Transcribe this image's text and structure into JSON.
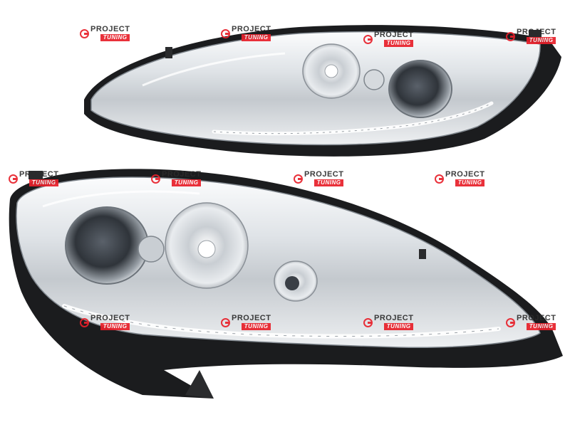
{
  "image": {
    "subject": "pair of chrome projector headlights",
    "background_color": "#ffffff"
  },
  "watermark": {
    "line1": "PROJECT",
    "line2": "TUNING",
    "brand_color": "#e8202a",
    "text_color": "#2b2b2b",
    "icon": "project-logo-icon"
  },
  "palette": {
    "chrome_light": "#f2f4f6",
    "chrome_mid": "#c9ced3",
    "chrome_dark": "#8a9097",
    "housing_black": "#1b1c1e",
    "lens_dark": "#3a3f46"
  }
}
